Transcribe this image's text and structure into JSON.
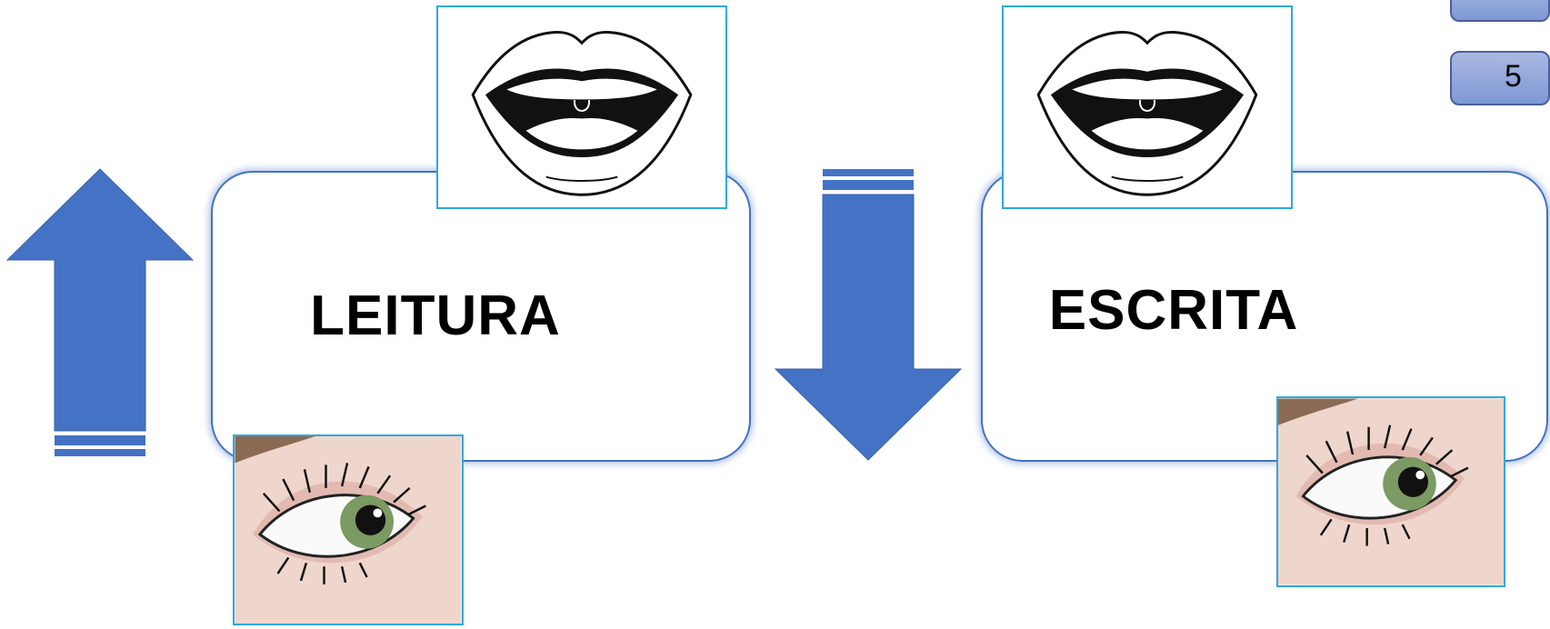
{
  "diagram": {
    "left_box": {
      "label": "LEITURA"
    },
    "right_box": {
      "label": "ESCRITA"
    }
  },
  "corner_buttons": [
    {
      "label": ""
    },
    {
      "label": "5"
    }
  ],
  "colors": {
    "arrow_fill": "#4472C4",
    "box_border": "#4472C4",
    "image_border": "#2EA9DF"
  },
  "icons": [
    "mouth-icon",
    "eye-icon",
    "up-arrow-icon",
    "down-arrow-icon"
  ]
}
